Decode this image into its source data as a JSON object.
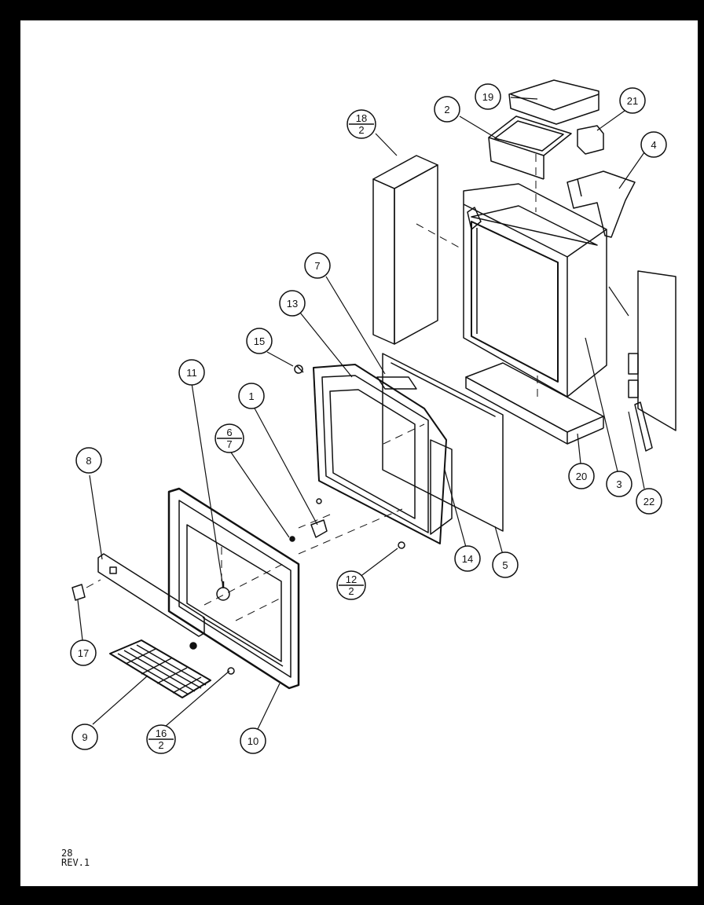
{
  "page": {
    "number": "28",
    "revision": "REV.1"
  },
  "callouts": [
    {
      "id": "c1",
      "label": "1"
    },
    {
      "id": "c2",
      "label": "2"
    },
    {
      "id": "c3",
      "label": "3"
    },
    {
      "id": "c4",
      "label": "4"
    },
    {
      "id": "c5",
      "label": "5"
    },
    {
      "id": "c7",
      "label": "7"
    },
    {
      "id": "c8",
      "label": "8"
    },
    {
      "id": "c9",
      "label": "9"
    },
    {
      "id": "c10",
      "label": "10"
    },
    {
      "id": "c11",
      "label": "11"
    },
    {
      "id": "c13",
      "label": "13"
    },
    {
      "id": "c14",
      "label": "14"
    },
    {
      "id": "c15",
      "label": "15"
    },
    {
      "id": "c17",
      "label": "17"
    },
    {
      "id": "c19",
      "label": "19"
    },
    {
      "id": "c20",
      "label": "20"
    },
    {
      "id": "c21",
      "label": "21"
    },
    {
      "id": "c22",
      "label": "22"
    }
  ],
  "fraction_callouts": [
    {
      "id": "f18",
      "top": "18",
      "bottom": "2"
    },
    {
      "id": "f67",
      "top": "6",
      "bottom": "7"
    },
    {
      "id": "f12",
      "top": "12",
      "bottom": "2"
    },
    {
      "id": "f16",
      "top": "16",
      "bottom": "2"
    }
  ]
}
